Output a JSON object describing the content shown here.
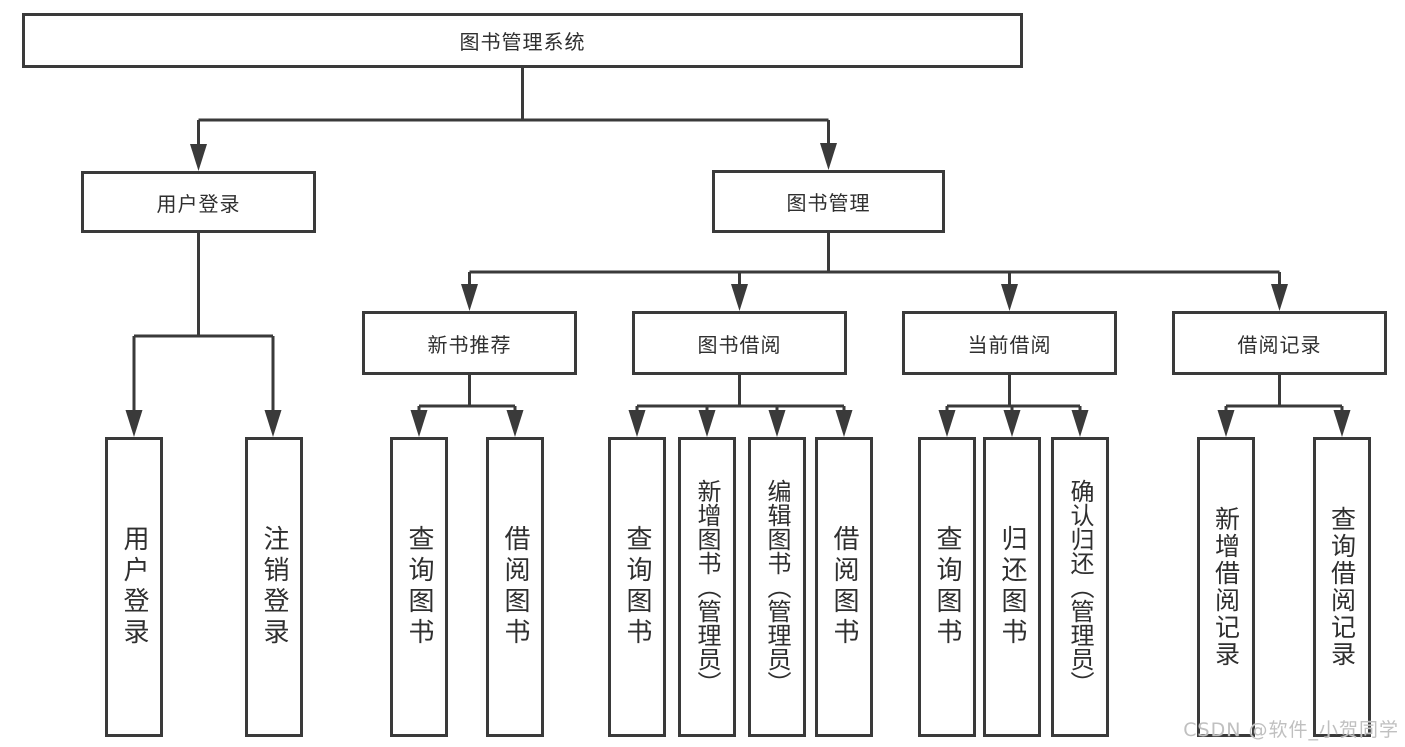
{
  "colors": {
    "line": "#3a3a3a",
    "text": "#2f2f2f",
    "box_background": "#ffffff",
    "watermark": "#c0c0c0"
  },
  "watermark": {
    "text": "CSDN @软件_小贺同学"
  },
  "tree": {
    "root": {
      "label": "图书管理系统"
    },
    "level2": [
      {
        "label": "用户登录"
      },
      {
        "label": "图书管理"
      }
    ],
    "level3": [
      {
        "label": "新书推荐"
      },
      {
        "label": "图书借阅"
      },
      {
        "label": "当前借阅"
      },
      {
        "label": "借阅记录"
      }
    ],
    "leaves": [
      {
        "label": "用户登录",
        "parent": "用户登录"
      },
      {
        "label": "注销登录",
        "parent": "用户登录"
      },
      {
        "label": "查询图书",
        "parent": "新书推荐"
      },
      {
        "label": "借阅图书",
        "parent": "新书推荐"
      },
      {
        "label": "查询图书",
        "parent": "图书借阅"
      },
      {
        "label": "新增图书（管理员）",
        "parent": "图书借阅"
      },
      {
        "label": "编辑图书（管理员）",
        "parent": "图书借阅"
      },
      {
        "label": "借阅图书",
        "parent": "图书借阅"
      },
      {
        "label": "查询图书",
        "parent": "当前借阅"
      },
      {
        "label": "归还图书",
        "parent": "当前借阅"
      },
      {
        "label": "确认归还（管理员）",
        "parent": "当前借阅"
      },
      {
        "label": "新增借阅记录",
        "parent": "借阅记录"
      },
      {
        "label": "查询借阅记录",
        "parent": "借阅记录"
      }
    ]
  }
}
